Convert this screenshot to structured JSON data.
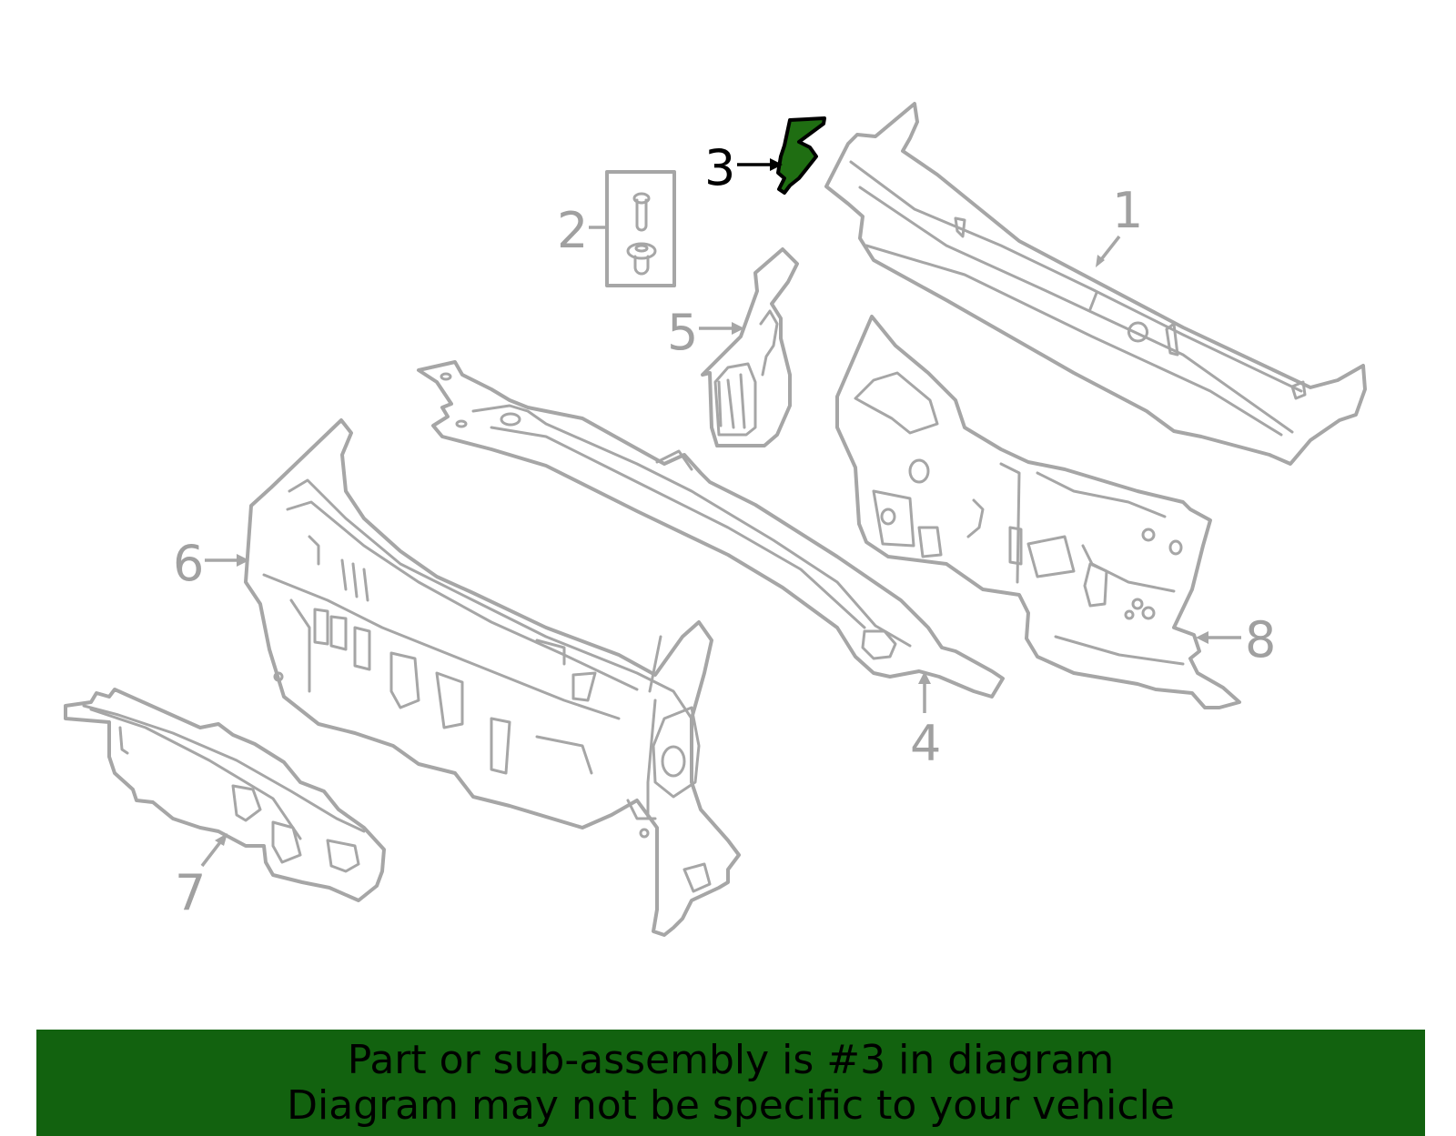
{
  "diagram": {
    "highlight_color": "#1f6e12",
    "outline_color": "#a6a6a6",
    "highlighted_part": "3",
    "callouts": [
      {
        "id": "1",
        "label": "1"
      },
      {
        "id": "2",
        "label": "2"
      },
      {
        "id": "3",
        "label": "3"
      },
      {
        "id": "4",
        "label": "4"
      },
      {
        "id": "5",
        "label": "5"
      },
      {
        "id": "6",
        "label": "6"
      },
      {
        "id": "7",
        "label": "7"
      },
      {
        "id": "8",
        "label": "8"
      }
    ]
  },
  "banner": {
    "background": "#12620f",
    "line1": "Part or sub-assembly is #3 in diagram",
    "line2": "Diagram may not be specific to your vehicle"
  }
}
